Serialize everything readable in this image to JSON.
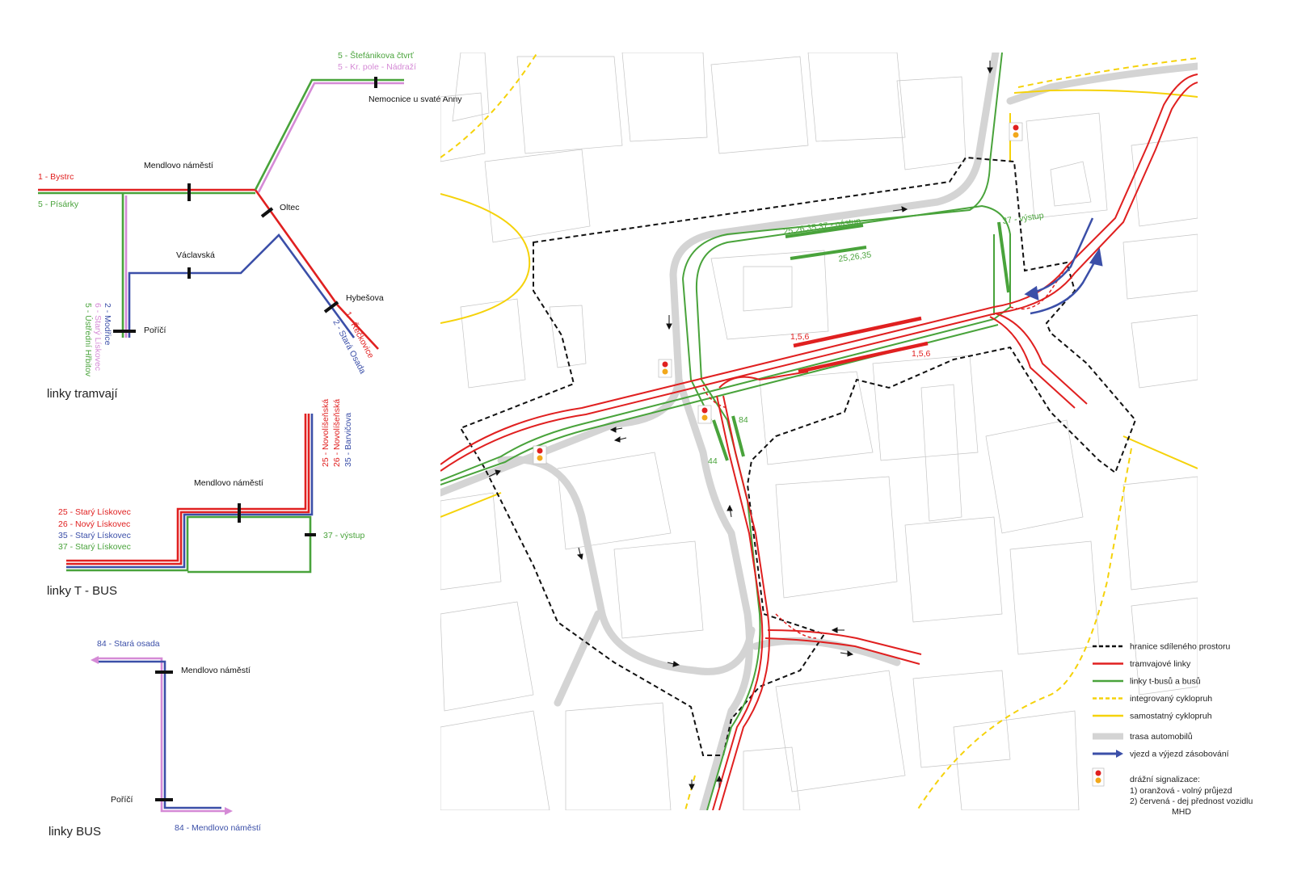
{
  "tram": {
    "title": "linky tramvají",
    "labels": {
      "bystrc": "1 - Bystrc",
      "pisarky": "5 - Písárky",
      "stefanikova": "5 - Štefánikova čtvrť",
      "krpole": "5 - Kr. pole - Nádraží",
      "modrice": "2 - Modřice",
      "lisk6": "6 - Starý Lískovec",
      "hrbitov": "5 - Ústřední Hřbitov",
      "reckovice": "1 - Řečkovice",
      "staraosada": "2 - Stará Osada"
    },
    "stops": {
      "mendlovo": "Mendlovo náměstí",
      "oltec": "Oltec",
      "vaclavska": "Václavská",
      "hybesova": "Hybešova",
      "porici": "Poříčí",
      "nemocnice": "Nemocnice u svaté Anny"
    }
  },
  "tbus": {
    "title": "linky T - BUS",
    "labels": {
      "l25": "25 - Starý Lískovec",
      "l26": "26 - Nový Lískovec",
      "l35": "35 - Starý Lískovec",
      "l37": "37 - Starý Lískovec",
      "v37": "37 - výstup",
      "n25": "25 - Novolíšeňská",
      "n26": "26 - Novolíšeňská",
      "n35": "35 - Barvičova"
    },
    "stops": {
      "mendlovo": "Mendlovo náměstí"
    }
  },
  "bus": {
    "title": "linky BUS",
    "labels": {
      "staraosada": "84 - Stará osada",
      "mendlovo84": "84 - Mendlovo náměstí"
    },
    "stops": {
      "mendlovo": "Mendlovo náměstí",
      "porici": "Poříčí"
    }
  },
  "map": {
    "labels": {
      "nastup": "25,26,35,37 - nástup",
      "l252635": "25,26,35",
      "vystup37": "37 - výstup",
      "tram156a": "1,5,6",
      "tram156b": "1,5,6",
      "bus84": "84",
      "bus44": "44"
    }
  },
  "legend": {
    "items": [
      {
        "label": "hranice sdíleného prostoru",
        "color": "#111111",
        "style": "dashed"
      },
      {
        "label": "tramvajové linky",
        "color": "#e02020",
        "style": "solid"
      },
      {
        "label": "linky t-busů a busů",
        "color": "#49a33b",
        "style": "solid"
      },
      {
        "label": "integrovaný cyklopruh",
        "color": "#f5d20a",
        "style": "dashed"
      },
      {
        "label": "samostatný cyklopruh",
        "color": "#f5d20a",
        "style": "solid"
      },
      {
        "label": "trasa automobilů",
        "color": "#d4d4d4",
        "style": "thick"
      },
      {
        "label": "vjezd a výjezd zásobování",
        "color": "#3b4fa8",
        "style": "arrow"
      }
    ],
    "signal_title": "drážní signalizace:",
    "signal_line1": "1) oranžová - volný průjezd",
    "signal_line2": "2) červená - dej přednost vozidlu",
    "signal_line3": "MHD"
  },
  "colors": {
    "tram_red": "#e02020",
    "bus_green": "#49a33b",
    "violet": "#d58ad6",
    "blue": "#3b4fa8",
    "road_grey": "#d4d4d4",
    "cycle_yellow": "#f5d20a"
  }
}
